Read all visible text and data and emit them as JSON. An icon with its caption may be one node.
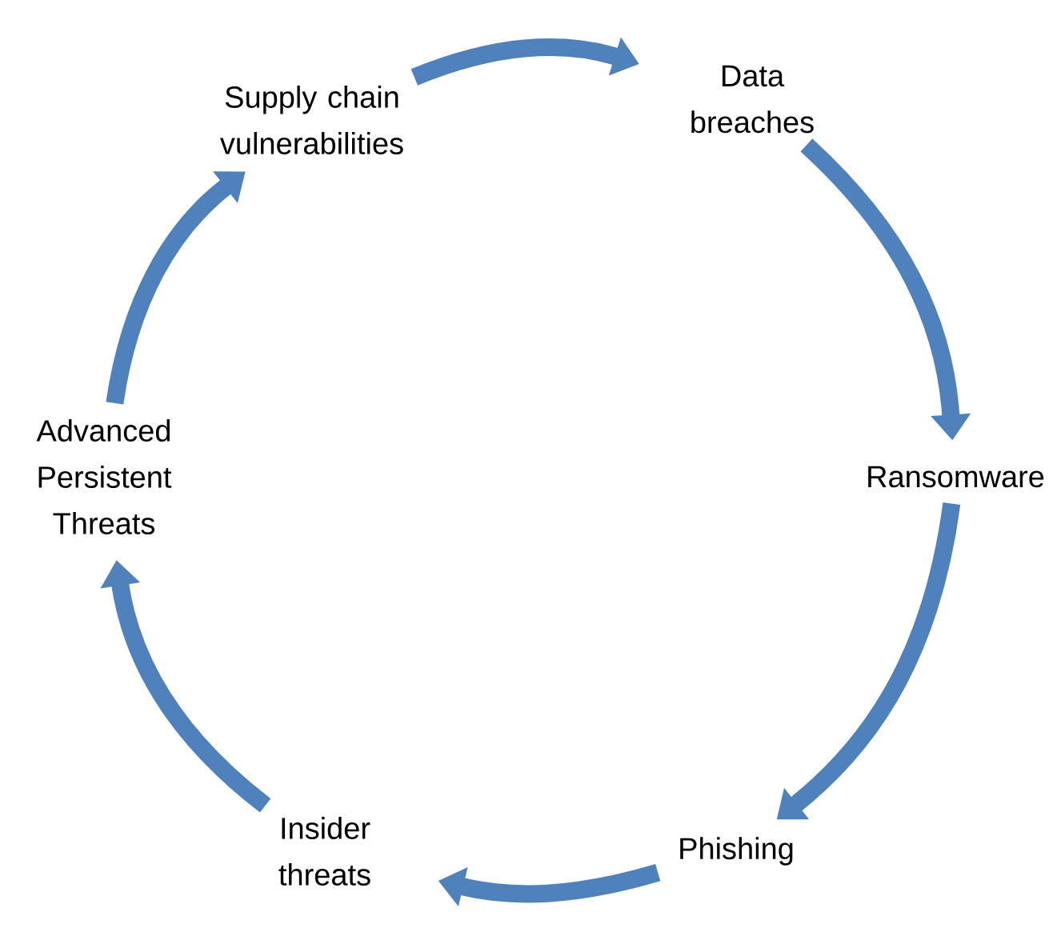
{
  "diagram": {
    "nodes": [
      {
        "text": [
          "Supply chain vulnerabilities"
        ]
      },
      {
        "text": [
          "Data breaches"
        ]
      },
      {
        "text": [
          "Ransomware"
        ]
      },
      {
        "text": [
          "Phishing"
        ]
      },
      {
        "text": [
          "Insider threats"
        ]
      },
      {
        "text": [
          "Advanced Persistent Threats"
        ]
      }
    ],
    "edges": [
      {
        "from": 0,
        "to": 1,
        "arrow": "to"
      },
      {
        "from": 1,
        "to": 2,
        "arrow": "to"
      },
      {
        "from": 2,
        "to": 3,
        "arrow": "to"
      },
      {
        "from": 3,
        "to": 4,
        "arrow": "to"
      },
      {
        "from": 4,
        "to": 5,
        "arrow": "to"
      },
      {
        "from": 5,
        "to": 0,
        "arrow": "to"
      }
    ]
  }
}
